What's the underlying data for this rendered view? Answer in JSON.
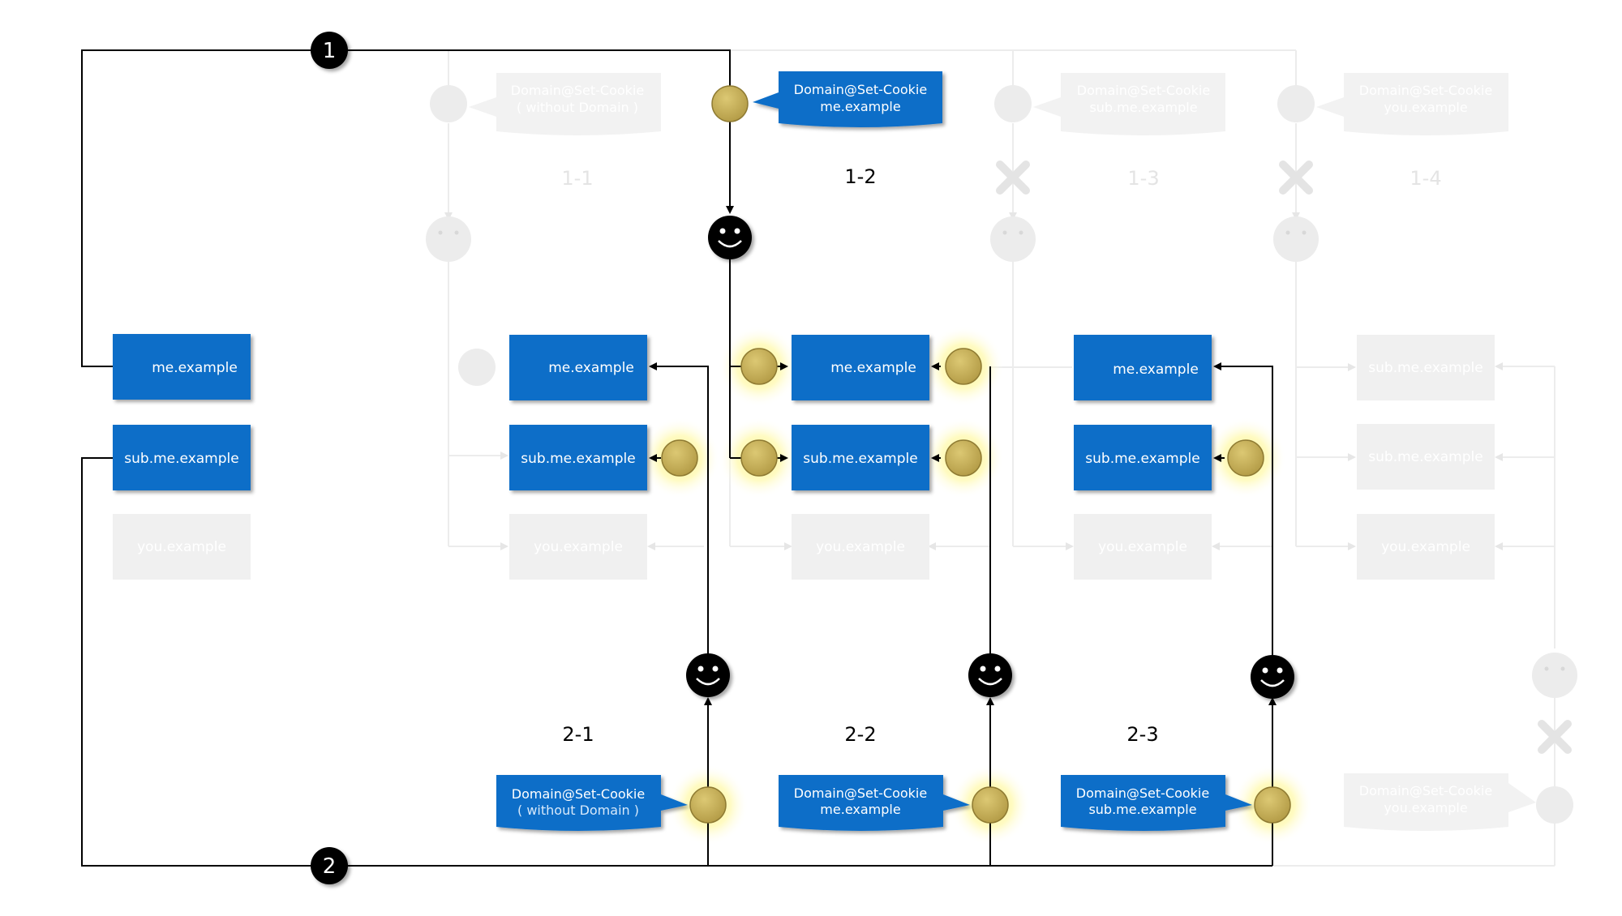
{
  "colors": {
    "box_active": "#0a6ec8",
    "box_faded": "#f0f0f0",
    "faded_line": "#ebebeb",
    "cookie": "#c9b45d",
    "glow": "#fff27a",
    "line": "#000000",
    "background": "#ffffff"
  },
  "markers": {
    "one": "1",
    "two": "2"
  },
  "section_labels": {
    "s1_1": "1-1",
    "s1_2": "1-2",
    "s1_3": "1-3",
    "s1_4": "1-4",
    "s2_1": "2-1",
    "s2_2": "2-2",
    "s2_3": "2-3"
  },
  "domains": {
    "me": "me.example",
    "sub": "sub.me.example",
    "you": "you.example"
  },
  "set_cookie": {
    "header": "Domain@Set-Cookie",
    "without_domain": "( without Domain )",
    "me": "me.example",
    "sub": "sub.me.example",
    "you": "you.example"
  },
  "icons": {
    "cookie": "cookie-icon",
    "user": "smiley-user-icon",
    "blocked": "cross-icon",
    "marker": "numbered-marker-icon"
  }
}
